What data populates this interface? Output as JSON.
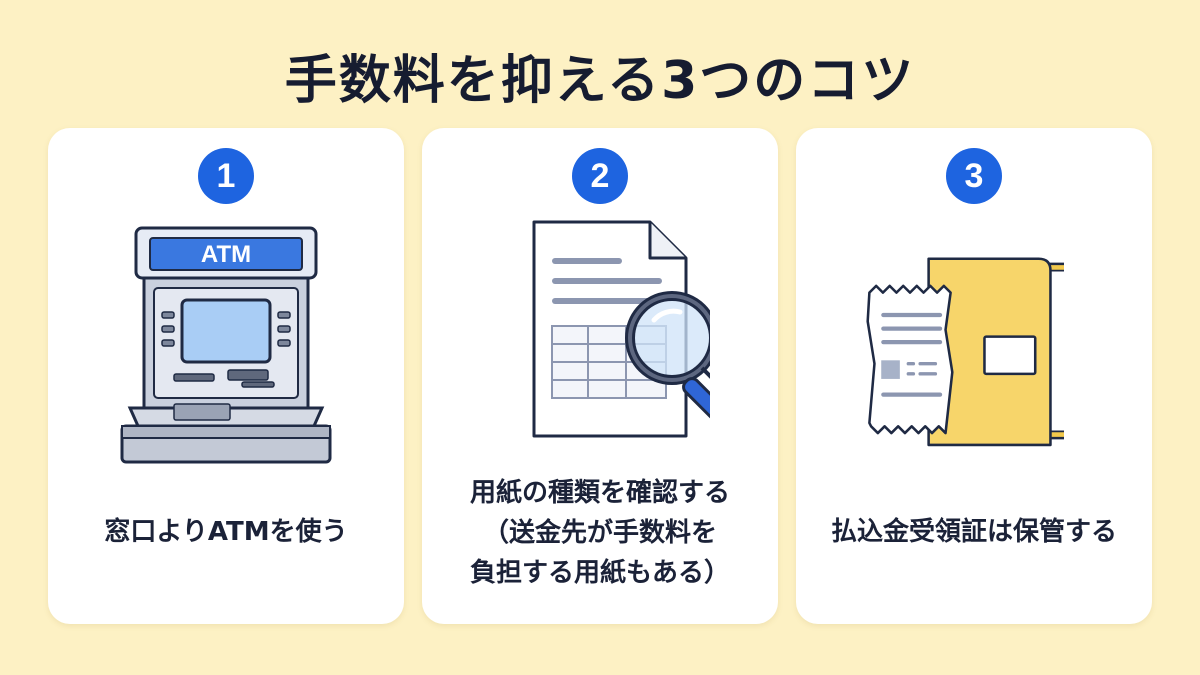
{
  "title": "手数料を抑える3つのコツ",
  "colors": {
    "background": "#fdf1c4",
    "card": "#ffffff",
    "accent_blue": "#1e64e0",
    "folder_yellow": "#f7d56a"
  },
  "tips": [
    {
      "number": "1",
      "icon": "atm-machine-icon",
      "lines": [
        "窓口よりATMを使う"
      ],
      "atm_label": "ATM"
    },
    {
      "number": "2",
      "icon": "document-magnifier-icon",
      "lines": [
        "用紙の種類を確認する",
        "（送金先が手数料を",
        "負担する用紙もある）"
      ]
    },
    {
      "number": "3",
      "icon": "receipt-folder-icon",
      "lines": [
        "払込金受領証は保管する"
      ]
    }
  ]
}
